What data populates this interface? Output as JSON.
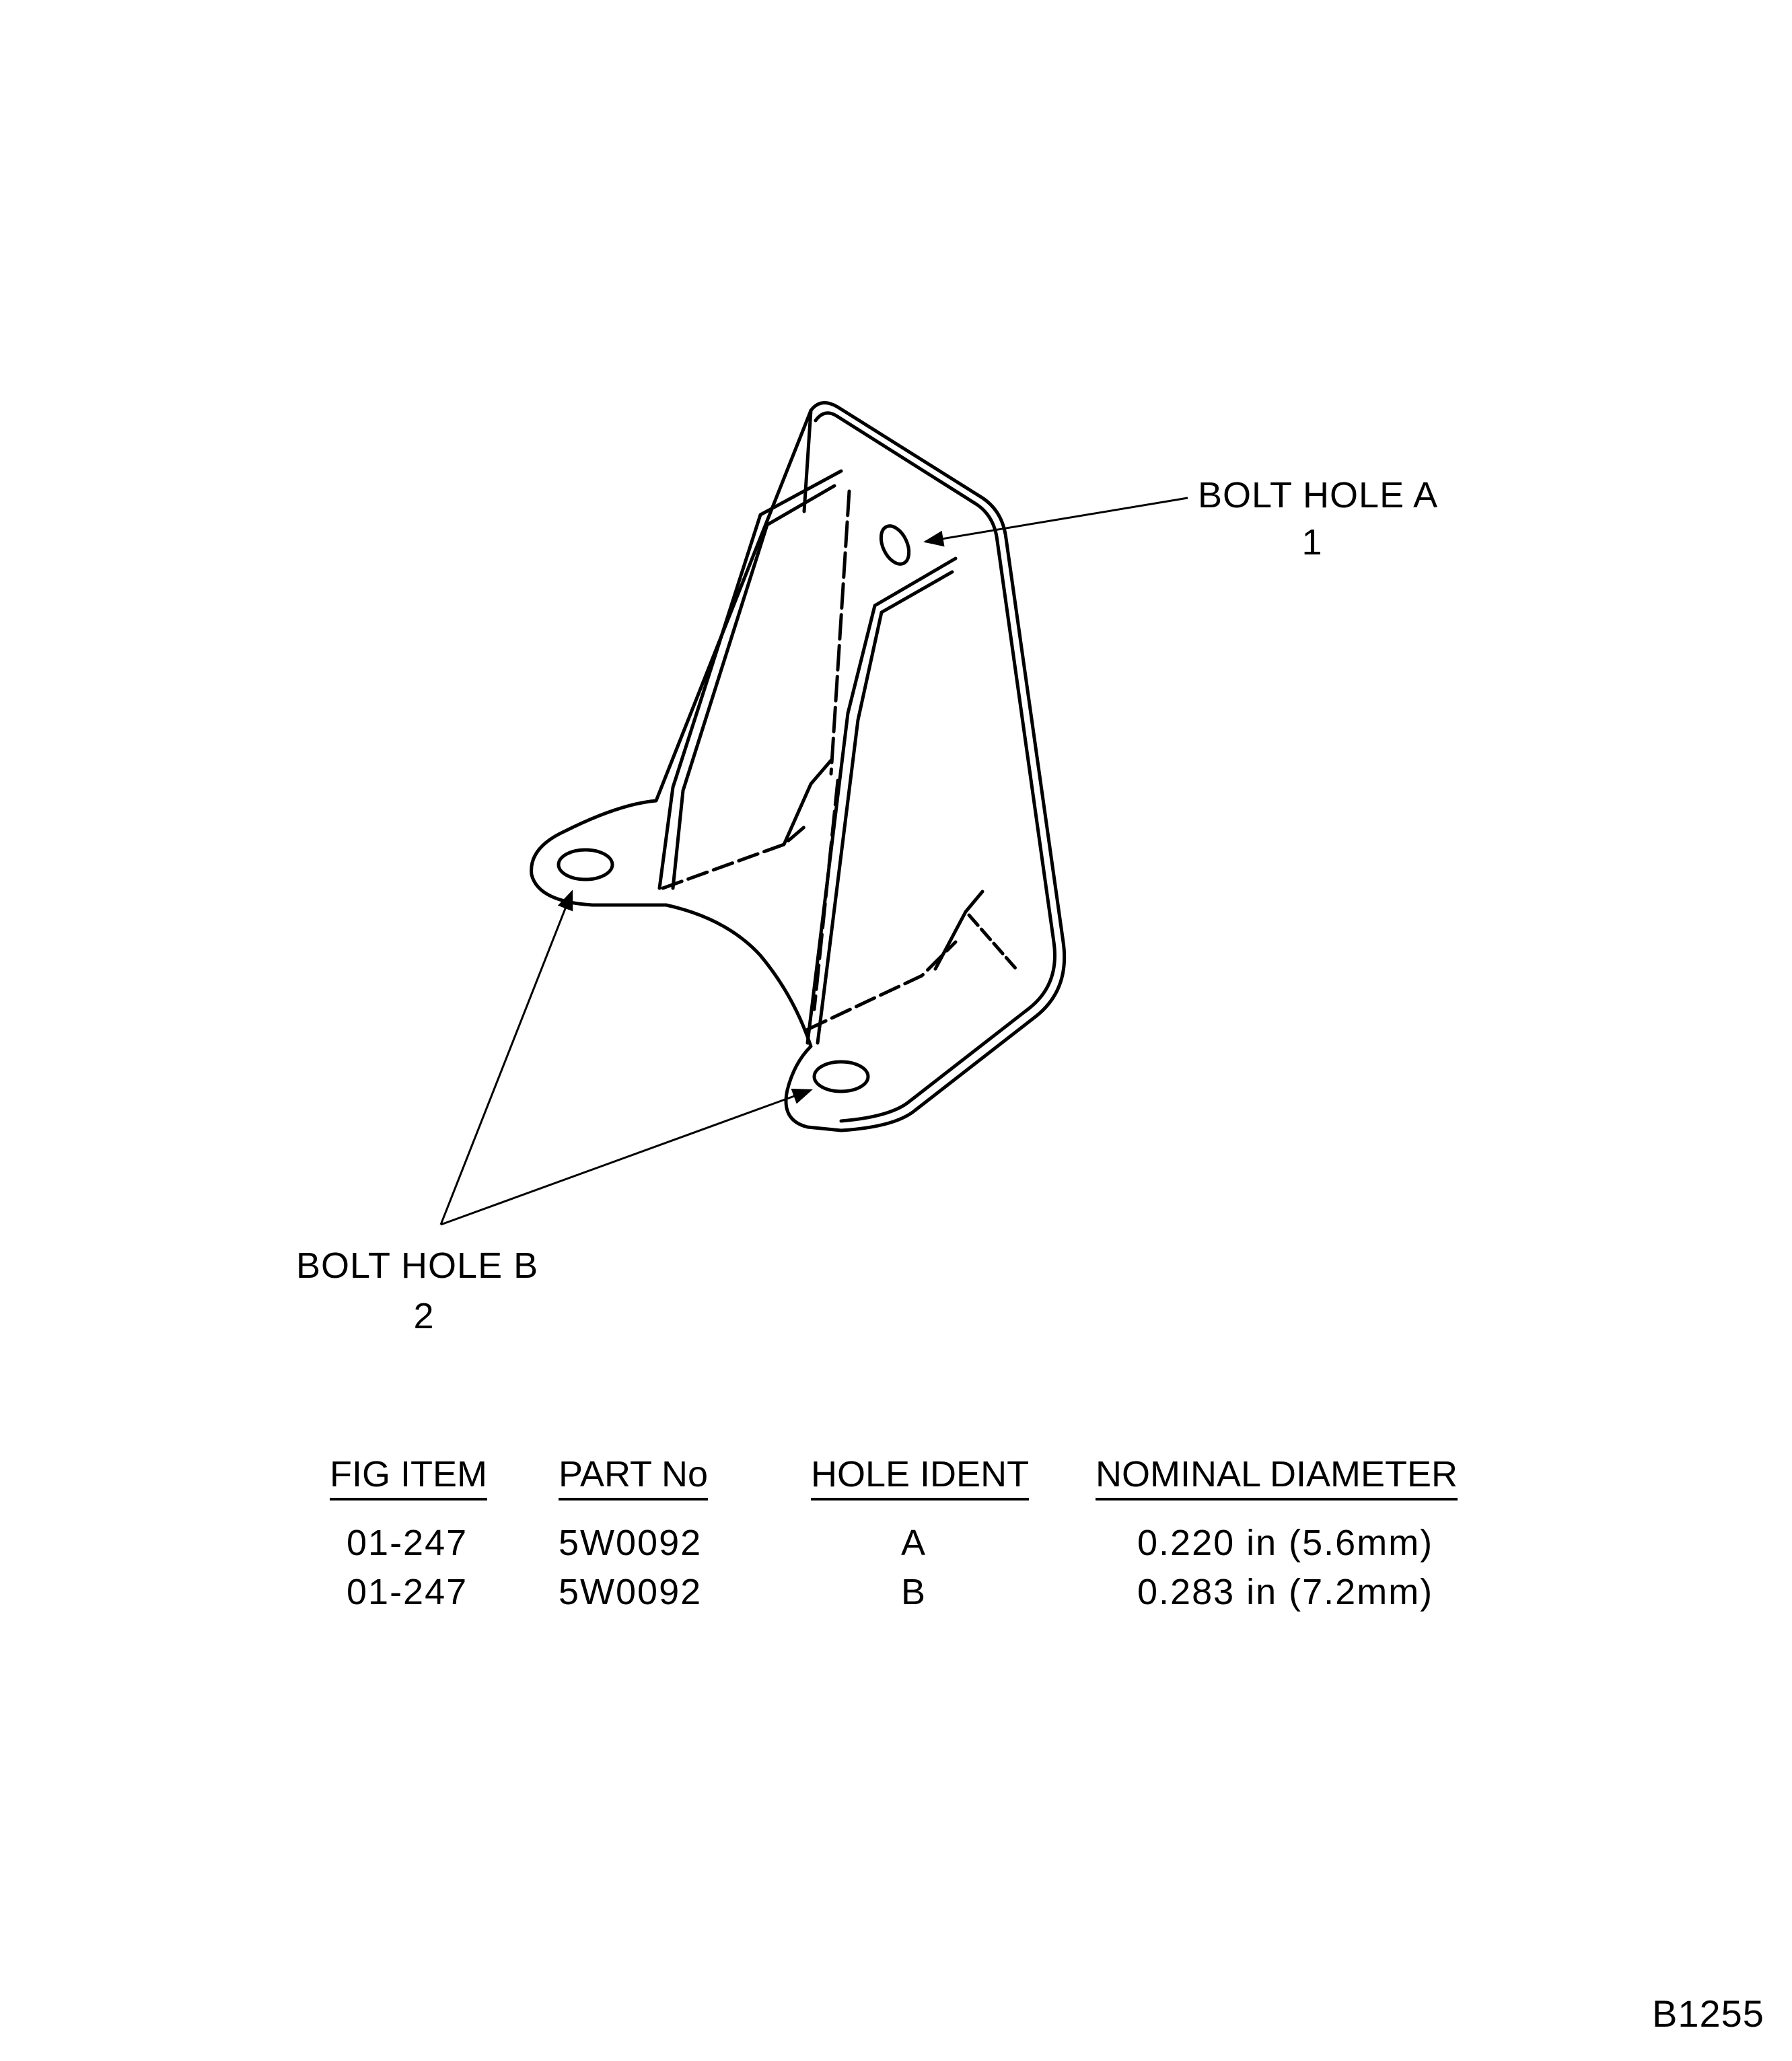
{
  "callouts": {
    "hole_a": {
      "label": "BOLT HOLE A",
      "number": "1"
    },
    "hole_b": {
      "label": "BOLT HOLE B",
      "number": "2"
    }
  },
  "table": {
    "headers": [
      "FIG ITEM",
      "PART No",
      "HOLE IDENT",
      "NOMINAL DIAMETER"
    ],
    "rows": [
      [
        "01-247",
        "5W0092",
        "A",
        "0.220 in (5.6mm)"
      ],
      [
        "01-247",
        "5W0092",
        "B",
        "0.283 in (7.2mm)"
      ]
    ]
  },
  "figure_code": "B1255"
}
